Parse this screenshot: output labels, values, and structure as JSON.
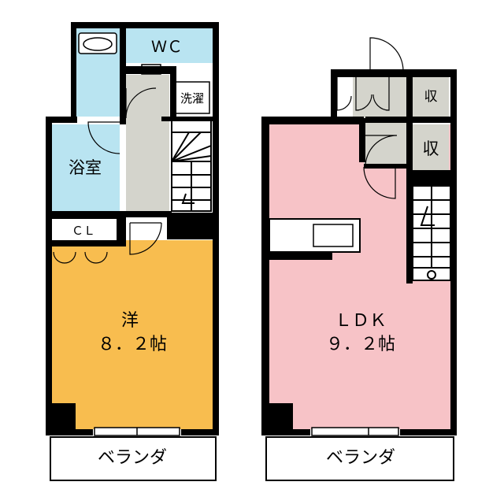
{
  "rooms": {
    "wc": "ＷＣ",
    "laundry": "洗濯",
    "bath": "浴室",
    "closet": "ＣＬ",
    "western_name": "洋",
    "western_size": "８．２帖",
    "ldk_name": "ＬＤＫ",
    "ldk_size": "９．２帖",
    "storage_1": "収",
    "storage_2": "収",
    "balcony_left": "ベランダ",
    "balcony_right": "ベランダ"
  },
  "colors": {
    "western_room": "#f8bd4f",
    "ldk": "#f7c3c7",
    "wet_area": "#b9e4f1",
    "hall": "#d4d4cc",
    "wall": "#000000"
  }
}
